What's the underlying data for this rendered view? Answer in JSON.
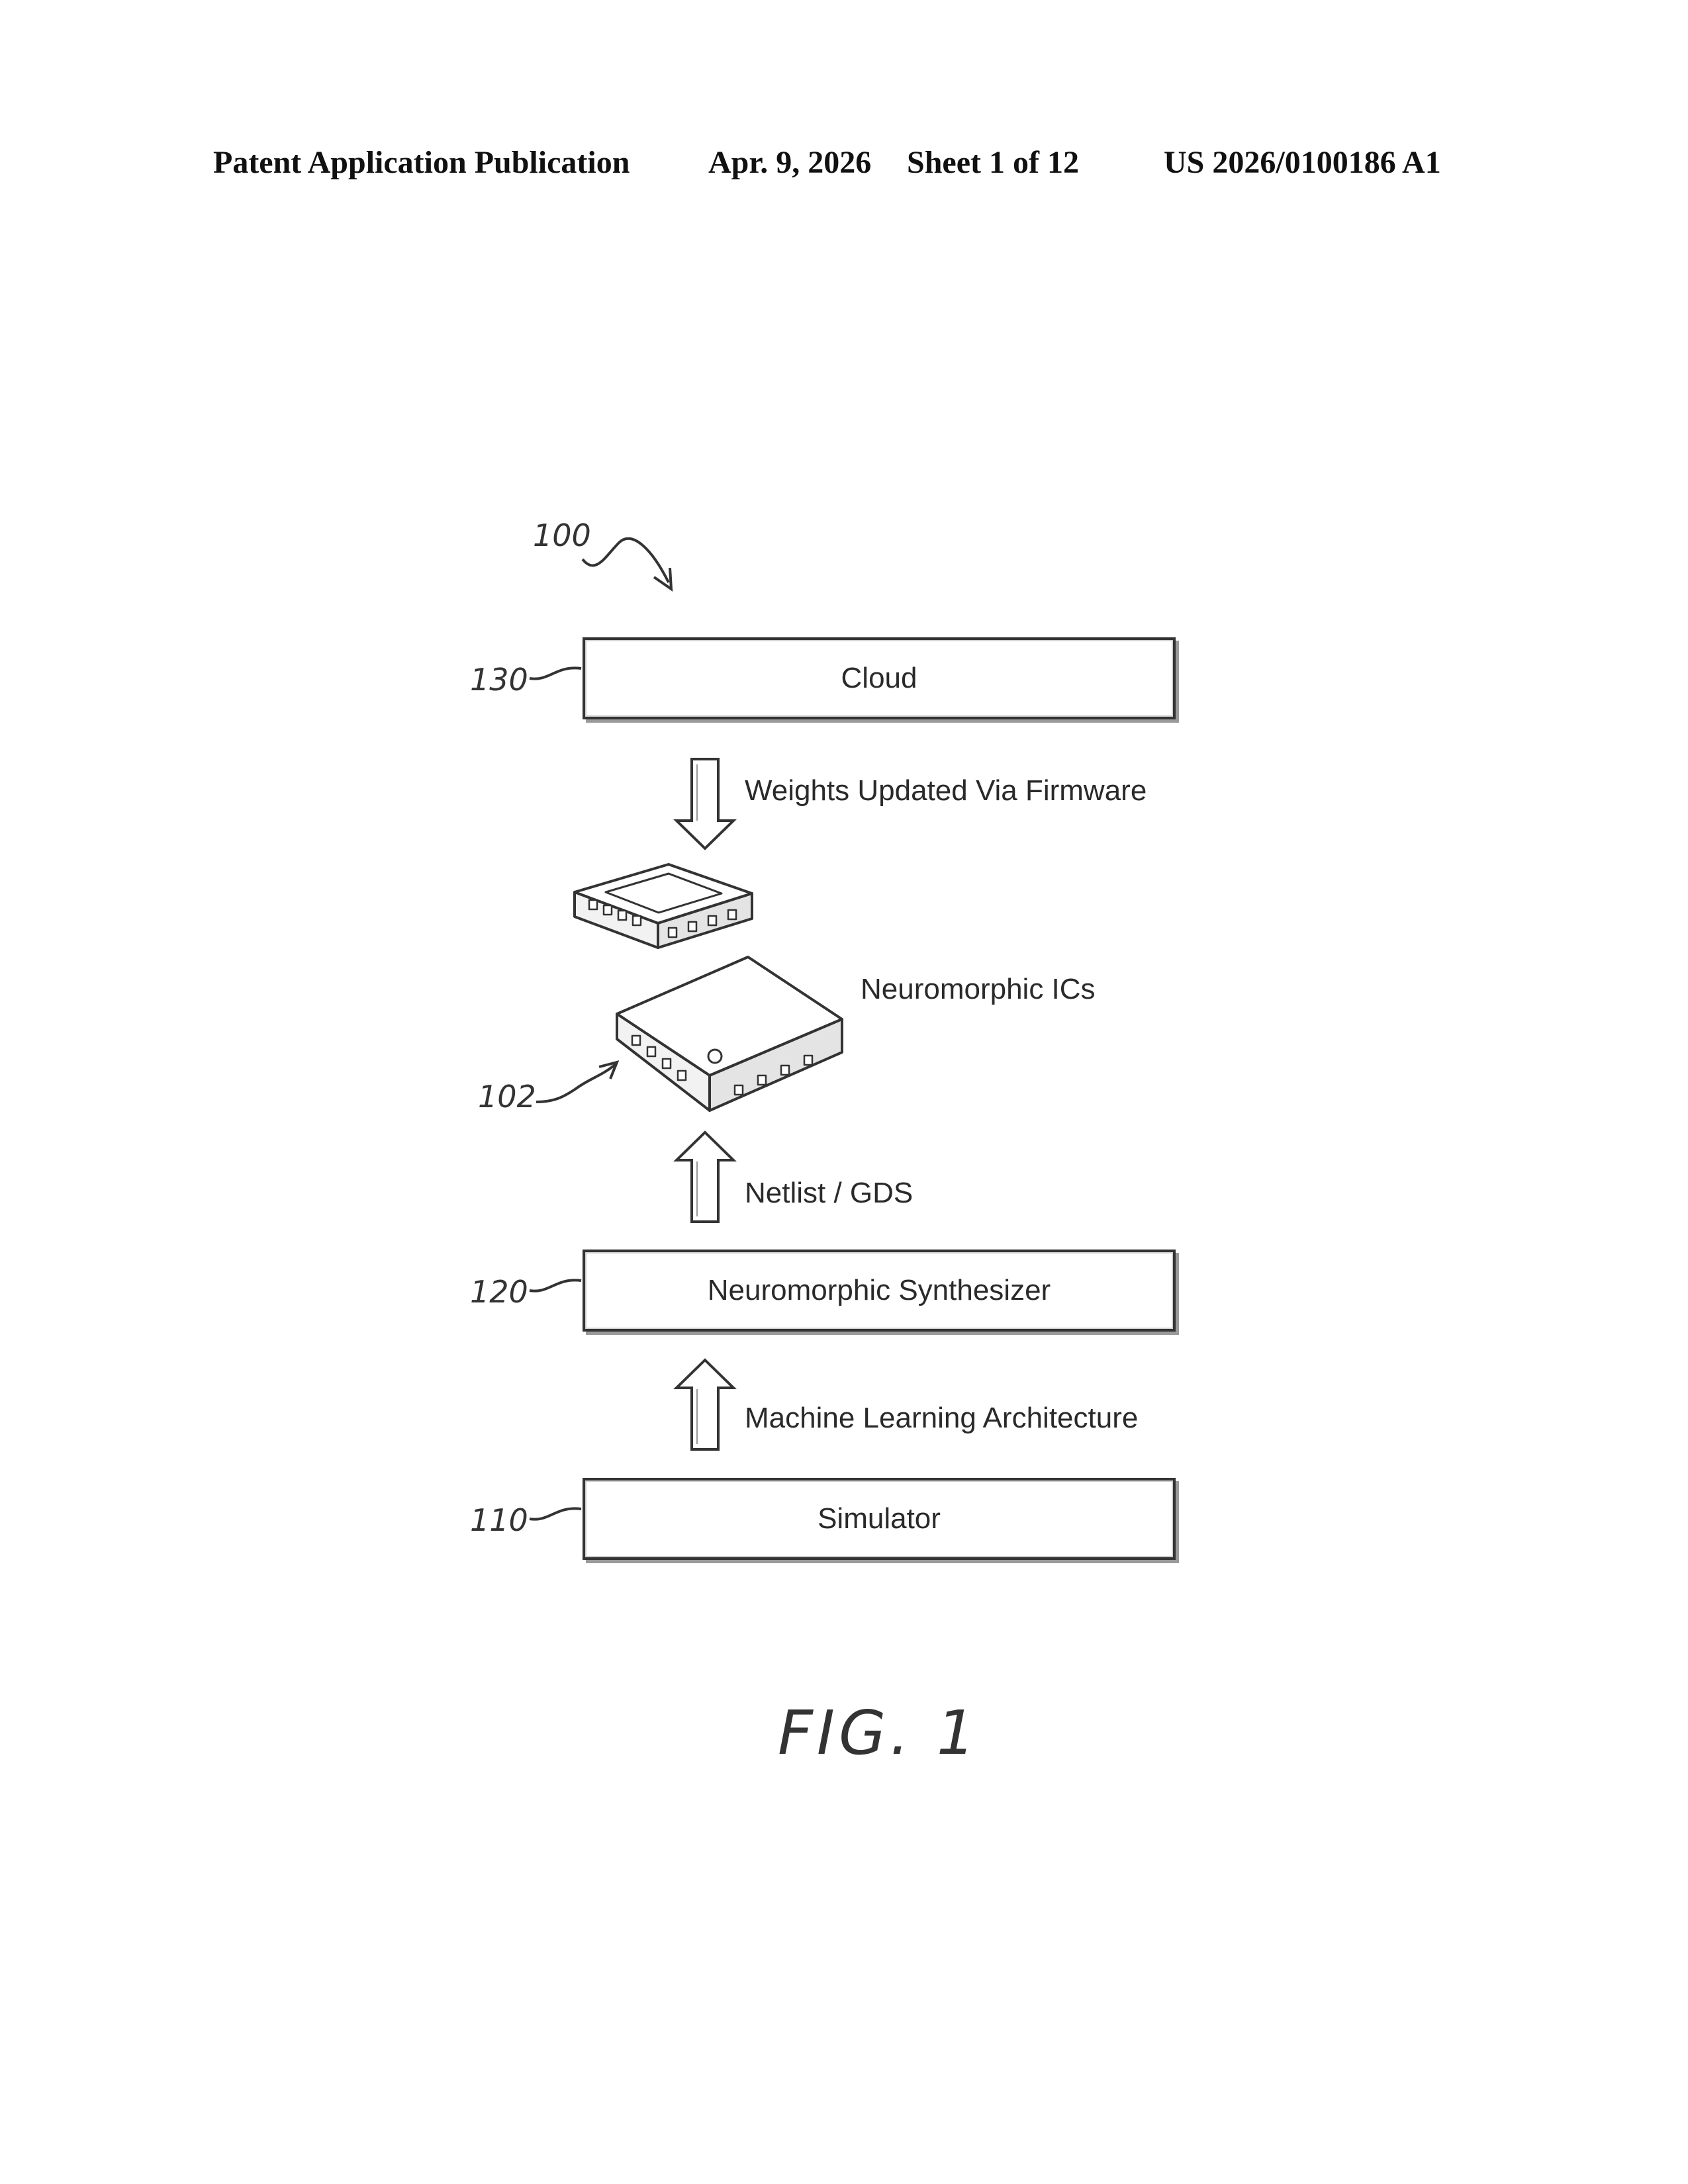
{
  "header": {
    "title": "Patent Application Publication",
    "date": "Apr. 9, 2026",
    "sheet": "Sheet 1 of 12",
    "publication_number": "US 2026/0100186 A1"
  },
  "diagram": {
    "system_ref": "100",
    "boxes": {
      "cloud": {
        "ref": "130",
        "label": "Cloud"
      },
      "synthesizer": {
        "ref": "120",
        "label": "Neuromorphic Synthesizer"
      },
      "simulator": {
        "ref": "110",
        "label": "Simulator"
      }
    },
    "chips": {
      "ref": "102",
      "label": "Neuromorphic ICs"
    },
    "arrows": {
      "cloud_to_chips": "Weights Updated Via Firmware",
      "synth_to_chips": "Netlist / GDS",
      "sim_to_synth": "Machine Learning Architecture"
    }
  },
  "figure_label": "FIG. 1",
  "colors": {
    "line": "#333333",
    "shadow": "#9a9a9a",
    "background": "#ffffff"
  }
}
